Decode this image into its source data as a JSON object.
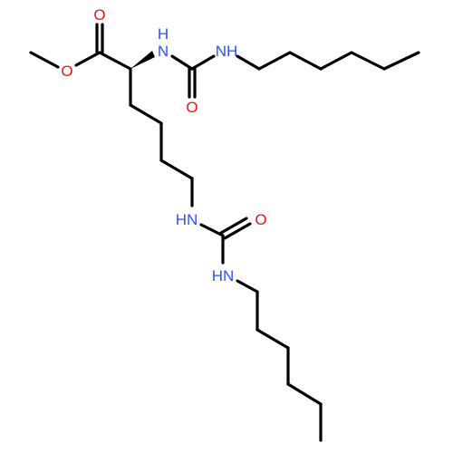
{
  "colors": {
    "bond": "#000000",
    "oxygen": "#ff0d0d",
    "nitrogen": "#3050f8",
    "background": "#ffffff"
  },
  "molecule": {
    "atom_labels": [
      {
        "id": "o-carbonyl-ester",
        "text": "O",
        "element": "O"
      },
      {
        "id": "o-ester",
        "text": "O",
        "element": "O"
      },
      {
        "id": "n-alpha",
        "text": "N",
        "element": "N"
      },
      {
        "id": "h-alpha",
        "text": "H",
        "element": "N"
      },
      {
        "id": "nh-hexyl-1",
        "text": "NH",
        "element": "N"
      },
      {
        "id": "o-urea-1",
        "text": "O",
        "element": "O"
      },
      {
        "id": "hn-epsilon",
        "text": "HN",
        "element": "N"
      },
      {
        "id": "o-urea-2",
        "text": "O",
        "element": "O"
      },
      {
        "id": "hn-hexyl-2",
        "text": "HN",
        "element": "N"
      }
    ]
  }
}
